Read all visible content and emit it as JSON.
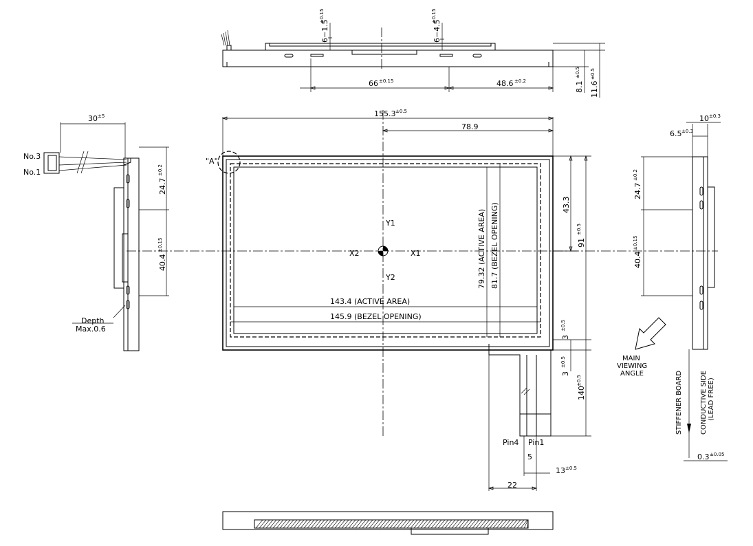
{
  "top_view": {
    "dim_top_left": "6−1.5",
    "dim_top_left_tol": "±0.15",
    "dim_top_right": "6−4.5",
    "dim_top_right_tol": "±0.15",
    "dim_66": "66",
    "dim_66_tol": "±0.15",
    "dim_48": "48.6",
    "dim_48_tol": "±0.2",
    "dim_8": "8.1",
    "dim_8_tol": "±0.5",
    "dim_11": "11.6",
    "dim_11_tol": "±0.5"
  },
  "front_view": {
    "dim_width": "155.3",
    "dim_width_tol": "±0.5",
    "dim_half": "78.9",
    "dim_43": "43.3",
    "dim_91": "91",
    "dim_91_tol": "±0.5",
    "detail_mark": "\"A\"",
    "y1": "Y1",
    "y2": "Y2",
    "x1": "X1",
    "x2": "X2",
    "active_h": "79.32 (ACTIVE AREA)",
    "bezel_h": "81.7 (BEZEL OPENING)",
    "active_w": "143.4 (ACTIVE AREA)",
    "bezel_w": "145.9 (BEZEL OPENING)",
    "dim_3a": "3",
    "dim_3a_tol": "±0.5",
    "dim_3b": "3",
    "dim_3b_tol": "±0.5",
    "dim_140": "140",
    "dim_140_tol": "±0.5",
    "pin4": "Pin4",
    "pin1": "Pin1",
    "dim_5": "5",
    "dim_13": "13",
    "dim_13_tol": "±0.5",
    "dim_22": "22"
  },
  "left_view": {
    "dim_30": "30",
    "dim_30_tol": "±5",
    "no3": "No.3",
    "no1": "No.1",
    "dim_24": "24.7",
    "dim_24_tol": "±0.2",
    "dim_40": "40.4",
    "dim_40_tol": "±0.15",
    "depth": "Depth",
    "depth_max": "Max.0.6"
  },
  "right_view": {
    "dim_10": "10",
    "dim_10_tol": "±0.3",
    "dim_65": "6.5",
    "dim_65_tol": "±0.3",
    "dim_24": "24.7",
    "dim_24_tol": "±0.2",
    "dim_40": "40.4",
    "dim_40_tol": "±0.15",
    "main_l1": "MAIN",
    "main_l2": "VIEWING",
    "main_l3": "ANGLE",
    "stiffener": "STIFFENER BOARD",
    "conductive": "CONDUCTIVE SIDE",
    "lead_free": "(LEAD FREE)",
    "dim_03": "0.3",
    "dim_03_tol": "±0.05"
  }
}
